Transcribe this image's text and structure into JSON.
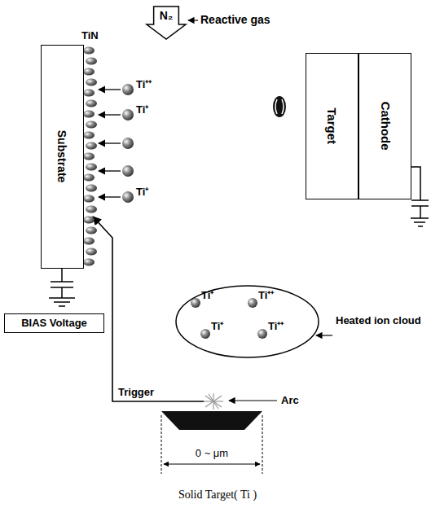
{
  "diagram": {
    "nodes": [
      {
        "text": [
          "N₂"
        ]
      },
      {
        "text": [
          "Substrate"
        ]
      },
      {
        "text": [
          "Target"
        ]
      },
      {
        "text": [
          "Cathode"
        ]
      },
      {
        "text": [
          "Ti⁺",
          "Ti⁺⁺",
          "Ti⁺",
          "Ti⁺⁺"
        ]
      },
      {
        "text": [
          "BIAS Voltage"
        ]
      }
    ],
    "labels": [
      "Reactive gas",
      "TiN",
      "Ti⁺⁺",
      "Ti⁺",
      "Ti⁺",
      "Heated ion cloud",
      "Trigger",
      "Arc",
      "0 ~ μm",
      "Solid Target( Ti )"
    ]
  }
}
